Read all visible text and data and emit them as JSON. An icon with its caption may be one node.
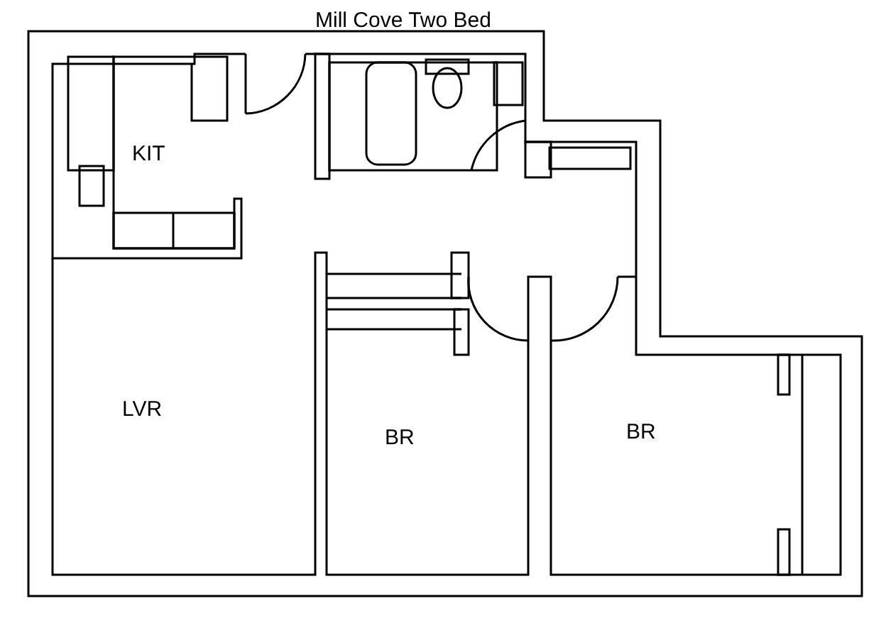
{
  "diagram": {
    "title": "Mill Cove Two Bed",
    "labels": [
      "KIT",
      "LVR",
      "BR",
      "BR"
    ]
  }
}
